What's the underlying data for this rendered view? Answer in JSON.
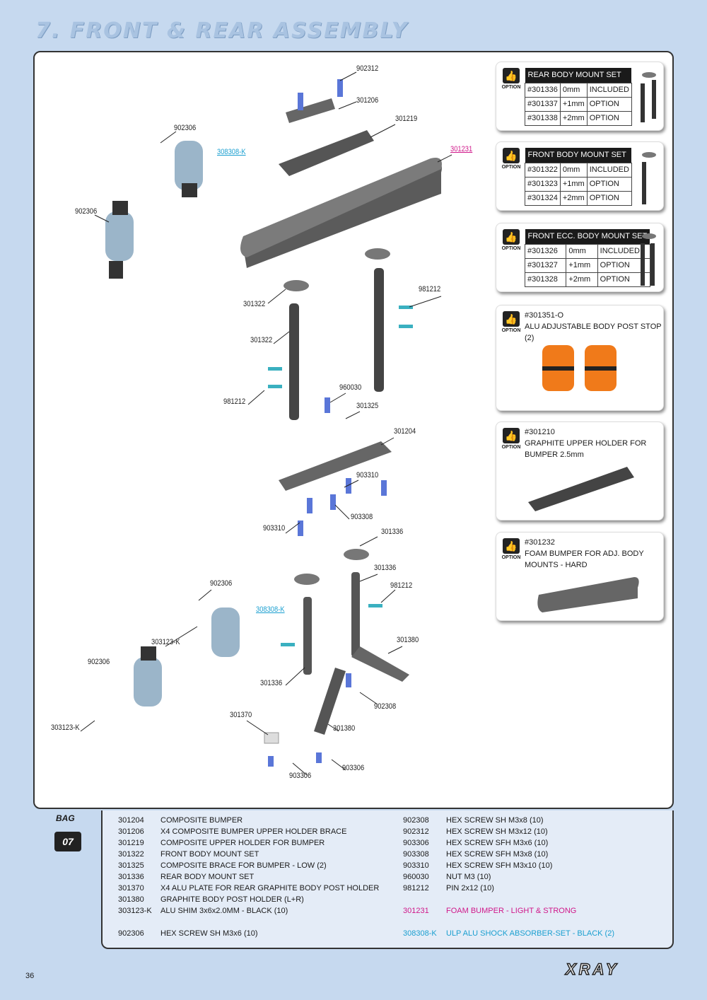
{
  "header": {
    "title": "7. FRONT & REAR ASSEMBLY"
  },
  "diagram_labels": {
    "l902312": "902312",
    "l301206": "301206",
    "l301219": "301219",
    "l301231": "301231",
    "l902306a": "902306",
    "l308308a": "308308-K",
    "l902306b": "902306",
    "l301322a": "301322",
    "l301322b": "301322",
    "l981212a": "981212",
    "l981212b": "981212",
    "l960030": "960030",
    "l301325": "301325",
    "l301204": "301204",
    "l903310a": "903310",
    "l903308": "903308",
    "l903310b": "903310",
    "l301336a": "301336",
    "l301336b": "301336",
    "l981212c": "981212",
    "l902306c": "902306",
    "l308308b": "308308-K",
    "l303123a": "303123-K",
    "l902306d": "902306",
    "l301380a": "301380",
    "l301336c": "301336",
    "l902308": "902308",
    "l303123b": "303123-K",
    "l301370": "301370",
    "l301380b": "301380",
    "l903306a": "903306",
    "l903306b": "903306"
  },
  "option_label": "OPTION",
  "cards": [
    {
      "title": "REAR BODY MOUNT SET",
      "rows": [
        [
          "#301336",
          "0mm",
          "INCLUDED"
        ],
        [
          "#301337",
          "+1mm",
          "OPTION"
        ],
        [
          "#301338",
          "+2mm",
          "OPTION"
        ]
      ]
    },
    {
      "title": "FRONT BODY MOUNT SET",
      "rows": [
        [
          "#301322",
          "0mm",
          "INCLUDED"
        ],
        [
          "#301323",
          "+1mm",
          "OPTION"
        ],
        [
          "#301324",
          "+2mm",
          "OPTION"
        ]
      ]
    },
    {
      "title": "FRONT ECC. BODY MOUNT SET",
      "rows": [
        [
          "#301326",
          "0mm",
          "INCLUDED"
        ],
        [
          "#301327",
          "+1mm",
          "OPTION"
        ],
        [
          "#301328",
          "+2mm",
          "OPTION"
        ]
      ]
    }
  ],
  "option_cards": [
    {
      "code": "#301351-O",
      "desc": "ALU ADJUSTABLE BODY POST STOP (2)"
    },
    {
      "code": "#301210",
      "desc1": "GRAPHITE UPPER HOLDER FOR",
      "desc2": "BUMPER 2.5mm"
    },
    {
      "code": "#301232",
      "desc1": "FOAM BUMPER FOR ADJ. BODY",
      "desc2": "MOUNTS - HARD"
    }
  ],
  "bag": {
    "label": "BAG",
    "number": "07"
  },
  "parts_left": [
    [
      "301204",
      "COMPOSITE BUMPER"
    ],
    [
      "301206",
      "X4 COMPOSITE BUMPER UPPER HOLDER BRACE"
    ],
    [
      "301219",
      "COMPOSITE UPPER HOLDER FOR BUMPER"
    ],
    [
      "301322",
      "FRONT BODY MOUNT SET"
    ],
    [
      "301325",
      "COMPOSITE BRACE FOR BUMPER - LOW (2)"
    ],
    [
      "301336",
      "REAR BODY MOUNT SET"
    ],
    [
      "301370",
      "X4 ALU PLATE FOR REAR GRAPHITE BODY POST HOLDER"
    ],
    [
      "301380",
      "GRAPHITE BODY POST HOLDER (L+R)"
    ],
    [
      "303123-K",
      "ALU SHIM 3x6x2.0MM - BLACK (10)"
    ],
    [
      "902306",
      "HEX SCREW SH M3x6 (10)"
    ]
  ],
  "parts_right": [
    [
      "902308",
      "HEX SCREW SH M3x8 (10)"
    ],
    [
      "902312",
      "HEX SCREW SH M3x12 (10)"
    ],
    [
      "903306",
      "HEX SCREW SFH M3x6 (10)"
    ],
    [
      "903308",
      "HEX SCREW SFH M3x8 (10)"
    ],
    [
      "903310",
      "HEX SCREW SFH M3x10 (10)"
    ],
    [
      "960030",
      "NUT M3 (10)"
    ],
    [
      "981212",
      "PIN 2x12 (10)"
    ],
    [
      "301231",
      "FOAM BUMPER - LIGHT & STRONG"
    ],
    [
      "308308-K",
      "ULP ALU SHOCK ABSORBER-SET - BLACK (2)"
    ]
  ],
  "footer": {
    "page": "36",
    "brand": "XRAY"
  },
  "colors": {
    "background": "#c6d9ef",
    "magenta": "#d0188a",
    "cyan": "#1a9fd0",
    "orange": "#f07a1a"
  }
}
